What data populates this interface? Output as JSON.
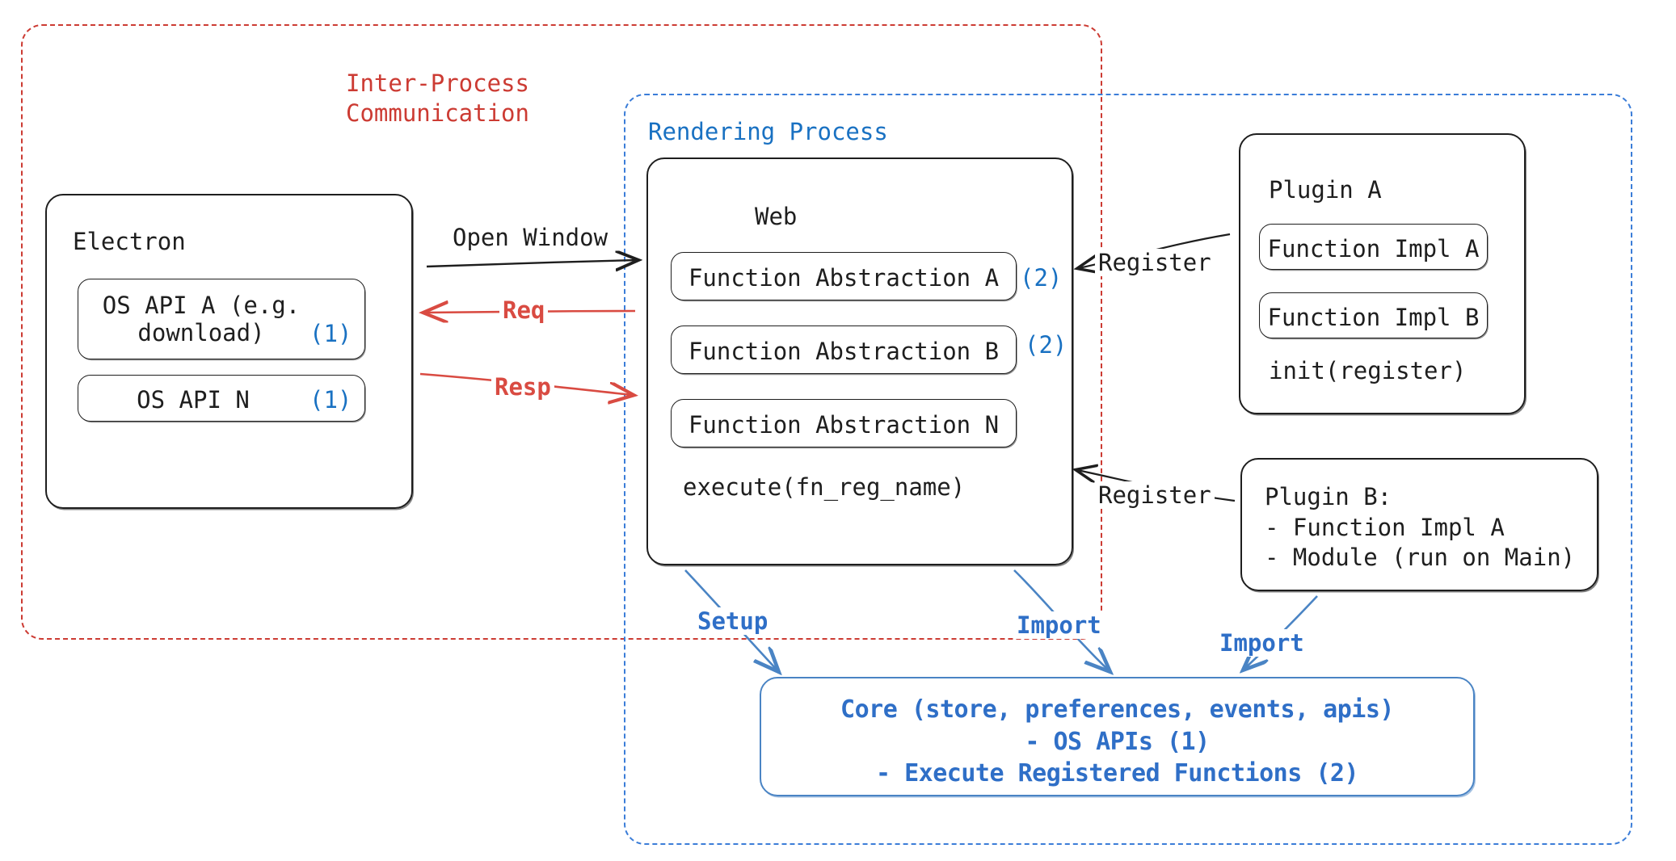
{
  "diagram": {
    "title_hidden": "Electron plugin architecture",
    "colors": {
      "ipc_red": "#cc3b33",
      "render_blue": "#3b7dd8",
      "tag_blue": "#1971c2",
      "core_blue": "#2f6fc7",
      "stroke_black": "#1e1e1e"
    },
    "containers": {
      "ipc": {
        "label": "Inter-Process\nCommunication"
      },
      "rendering": {
        "label": "Rendering Process"
      }
    },
    "electron": {
      "title": "Electron",
      "apis": [
        {
          "label": "OS API A (e.g.\ndownload)",
          "tag": "(1)"
        },
        {
          "label": "OS API N",
          "tag": "(1)"
        }
      ]
    },
    "web": {
      "title": "Web",
      "functions": [
        {
          "label": "Function Abstraction A",
          "tag": "(2)"
        },
        {
          "label": "Function Abstraction B",
          "tag": "(2)"
        },
        {
          "label": "Function Abstraction N",
          "tag": ""
        }
      ],
      "footer": "execute(fn_reg_name)"
    },
    "plugin_a": {
      "title": "Plugin A",
      "impls": [
        {
          "label": "Function Impl A"
        },
        {
          "label": "Function Impl B"
        }
      ],
      "footer": "init(register)"
    },
    "plugin_b": {
      "lines": "Plugin B:\n- Function Impl A\n- Module (run on Main)"
    },
    "core": {
      "lines": "Core (store, preferences, events, apis)\n- OS APIs (1)\n- Execute Registered Functions (2)"
    },
    "edges": [
      {
        "id": "open-window",
        "label": "Open Window",
        "color": "#1e1e1e"
      },
      {
        "id": "req",
        "label": "Req",
        "color": "#d94b42"
      },
      {
        "id": "resp",
        "label": "Resp",
        "color": "#d94b42"
      },
      {
        "id": "register-a",
        "label": "Register",
        "color": "#1e1e1e"
      },
      {
        "id": "register-b",
        "label": "Register",
        "color": "#1e1e1e"
      },
      {
        "id": "setup",
        "label": "Setup",
        "color": "#2f6fc7"
      },
      {
        "id": "import-web",
        "label": "Import",
        "color": "#2f6fc7"
      },
      {
        "id": "import-plugin-b",
        "label": "Import",
        "color": "#2f6fc7"
      }
    ]
  }
}
